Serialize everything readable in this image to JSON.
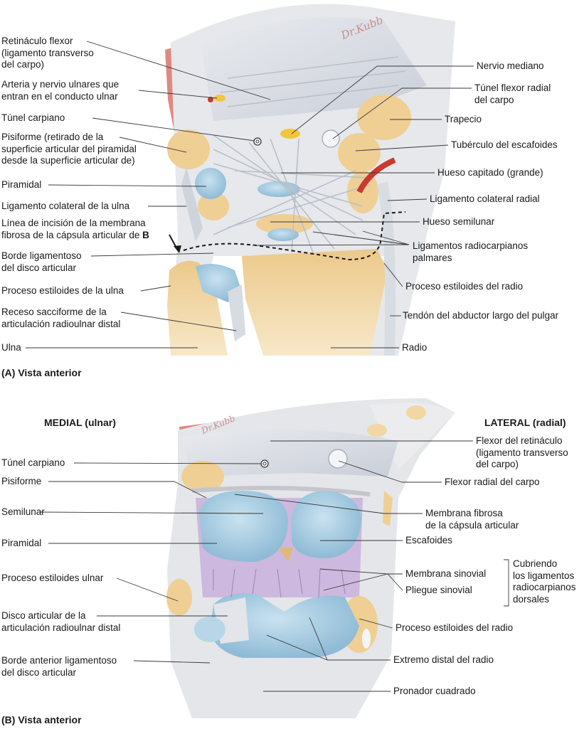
{
  "panel_a": {
    "caption": "(A) Vista anterior",
    "labels_left": [
      "Retináculo flexor\n(ligamento transverso\ndel carpo)",
      "Arteria y nervio ulnares que\nentran en el conducto ulnar",
      "Túnel carpiano",
      "Pisiforme (retirado de la\nsuperficie articular del piramidal\ndesde la superficie articular de)",
      "Piramidal",
      "Ligamento colateral de la ulna",
      "Línea de incisión de la membrana\nfibrosa de la cápsula articular de ",
      "Borde ligamentoso\ndel disco articular",
      "Proceso estiloides de la ulna",
      "Receso sacciforme de la\narticulación radioulnar distal",
      "Ulna"
    ],
    "incision_bold": "B",
    "labels_right": [
      "Nervio mediano",
      "Túnel flexor radial\ndel carpo",
      "Trapecio",
      "Tubérculo del escafoides",
      "Hueso capitado (grande)",
      "Ligamento colateral radial",
      "Hueso semilunar",
      "Ligamentos radiocarpianos\npalmares",
      "Proceso estiloides del radio",
      "Tendón del abductor largo del pulgar",
      "Radio"
    ]
  },
  "panel_b": {
    "caption": "(B) Vista anterior",
    "medial": "MEDIAL (ulnar)",
    "lateral": "LATERAL (radial)",
    "labels_left": [
      "Túnel carpiano",
      "Pisiforme",
      "Semilunar",
      "Piramidal",
      "Proceso estiloides ulnar",
      "Disco articular de la\narticulación radioulnar distal",
      "Borde anterior ligamentoso\ndel disco articular"
    ],
    "labels_right": [
      "Flexor del retináculo\n(ligamento transverso\ndel carpo)",
      "Flexor radial del carpo",
      "Membrana fibrosa\nde la cápsula articular",
      "Escafoides",
      "Membrana sinovial",
      "Pliegue sinovial",
      "Proceso estiloides del radio",
      "Extremo distal del radio",
      "Pronador cuadrado"
    ],
    "bracket_label": "Cubriendo\nlos ligamentos\nradiocarpianos\ndorsales"
  },
  "signature": "Dr.Kubb",
  "colors": {
    "bone": "#f1d7a4",
    "bone_dark": "#e2b877",
    "muscle": "#e08a84",
    "ligament": "#dde0e6",
    "cartilage": "#a9cde3",
    "synovial": "#cdb8df",
    "nerve": "#f1c63a",
    "artery": "#c83a2d"
  }
}
